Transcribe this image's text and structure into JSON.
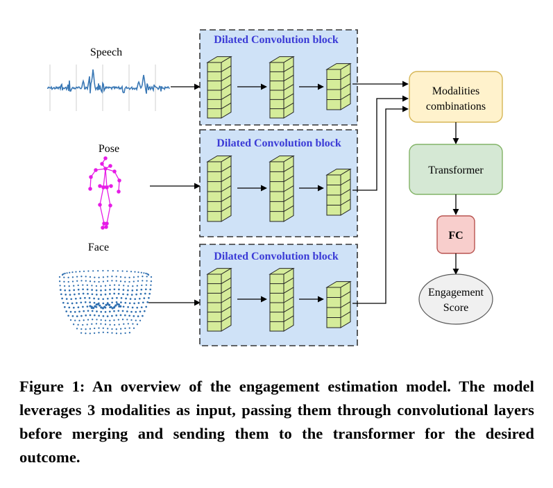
{
  "inputs": {
    "speech": "Speech",
    "pose": "Pose",
    "face": "Face"
  },
  "blocks": [
    {
      "title": "Dilated Convolution block"
    },
    {
      "title": "Dilated Convolution block"
    },
    {
      "title": "Dilated Convolution block"
    }
  ],
  "nodes": {
    "modalities_line1": "Modalities",
    "modalities_line2": "combinations",
    "transformer": "Transformer",
    "fc": "FC",
    "score_line1": "Engagement",
    "score_line2": "Score"
  },
  "colors": {
    "block_fill": "#cfe2f7",
    "cube_fill": "#d5ec9a",
    "modalities_fill": "#fff2cc",
    "modalities_stroke": "#d6b656",
    "transformer_fill": "#d5e8d4",
    "transformer_stroke": "#82b366",
    "fc_fill": "#f8cecc",
    "fc_stroke": "#b85450",
    "score_fill": "#f0f0f0",
    "waveform": "#3a78b5",
    "skeleton": "#e61ce6",
    "face_points": "#2f6fb0"
  },
  "caption": "Figure 1: An overview of the engagement estimation model. The model leverages 3 modalities as input, passing them through convolutional layers before merging and sending them to the transformer for the desired outcome."
}
